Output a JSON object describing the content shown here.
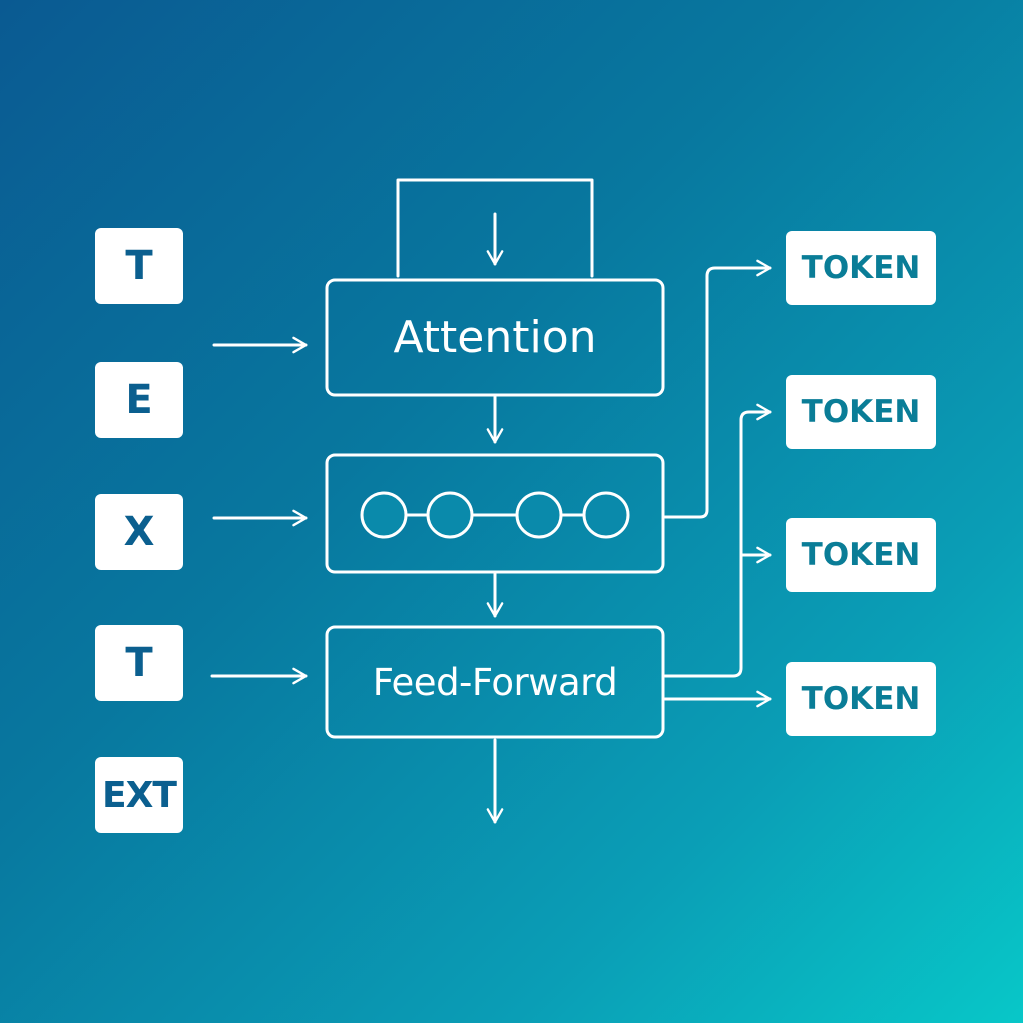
{
  "input_letters": [
    "T",
    "E",
    "X",
    "T",
    "EXT"
  ],
  "blocks": {
    "attention": "Attention",
    "feed_forward": "Feed-Forward"
  },
  "tokens": [
    "TOKEN",
    "TOKEN",
    "TOKEN",
    "TOKEN"
  ],
  "colors": {
    "background_start": "#0a5a92",
    "background_end": "#08c7c8",
    "line": "#ffffff",
    "chip_text": "#0b5f8f",
    "token_text": "#0a7d97"
  }
}
